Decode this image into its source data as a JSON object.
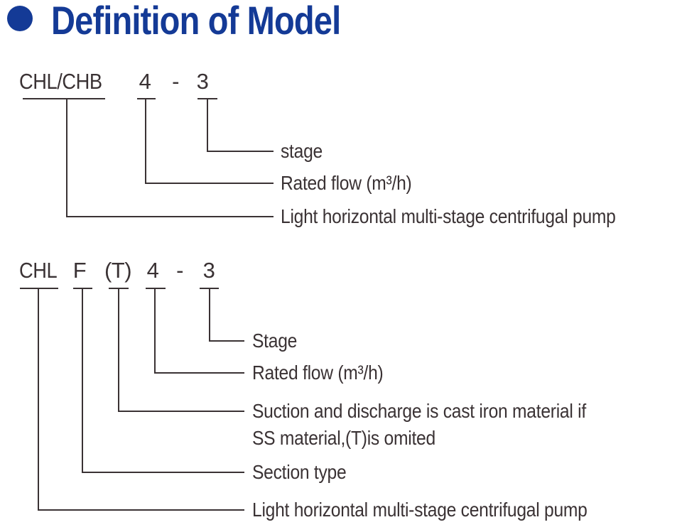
{
  "title": {
    "text": "Definition of Model",
    "bullet_icon": "filled-circle"
  },
  "colors": {
    "accent_blue": "#143a96",
    "diagram_ink": "#3a3234"
  },
  "diagram1": {
    "model": [
      "CHL/CHB",
      "4",
      "-",
      "3"
    ],
    "labels": [
      "stage",
      "Rated flow (m³/h)",
      "Light horizontal multi-stage centrifugal pump"
    ]
  },
  "diagram2": {
    "model": [
      "CHL",
      "F",
      "(T)",
      "4",
      "-",
      "3"
    ],
    "labels": [
      "Stage",
      "Rated flow (m³/h)",
      "Suction and discharge is cast iron material if\nSS material,(T)is omited",
      "Section type",
      "Light horizontal multi-stage centrifugal pump"
    ]
  }
}
